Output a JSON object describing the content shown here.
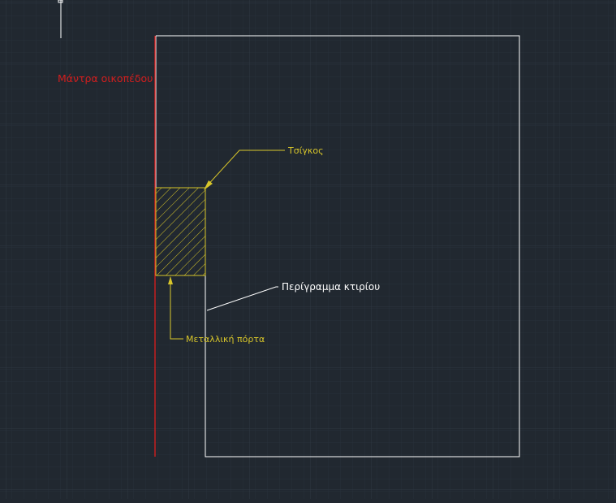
{
  "labels": {
    "boundary_wall": "Μάντρα οικοπέδου",
    "chimney": "Τσίγκος",
    "building_outline": "Περίγραμμα κτιρίου",
    "metal_door": "Μεταλλική πόρτα"
  },
  "colors": {
    "background": "#212830",
    "grid_minor": "#27303a",
    "grid_major": "#2e3742",
    "boundary_wall": "#d21e1e",
    "chimney": "#d8c62a",
    "building_outline": "#ffffff",
    "metal_door": "#d8c62a"
  }
}
